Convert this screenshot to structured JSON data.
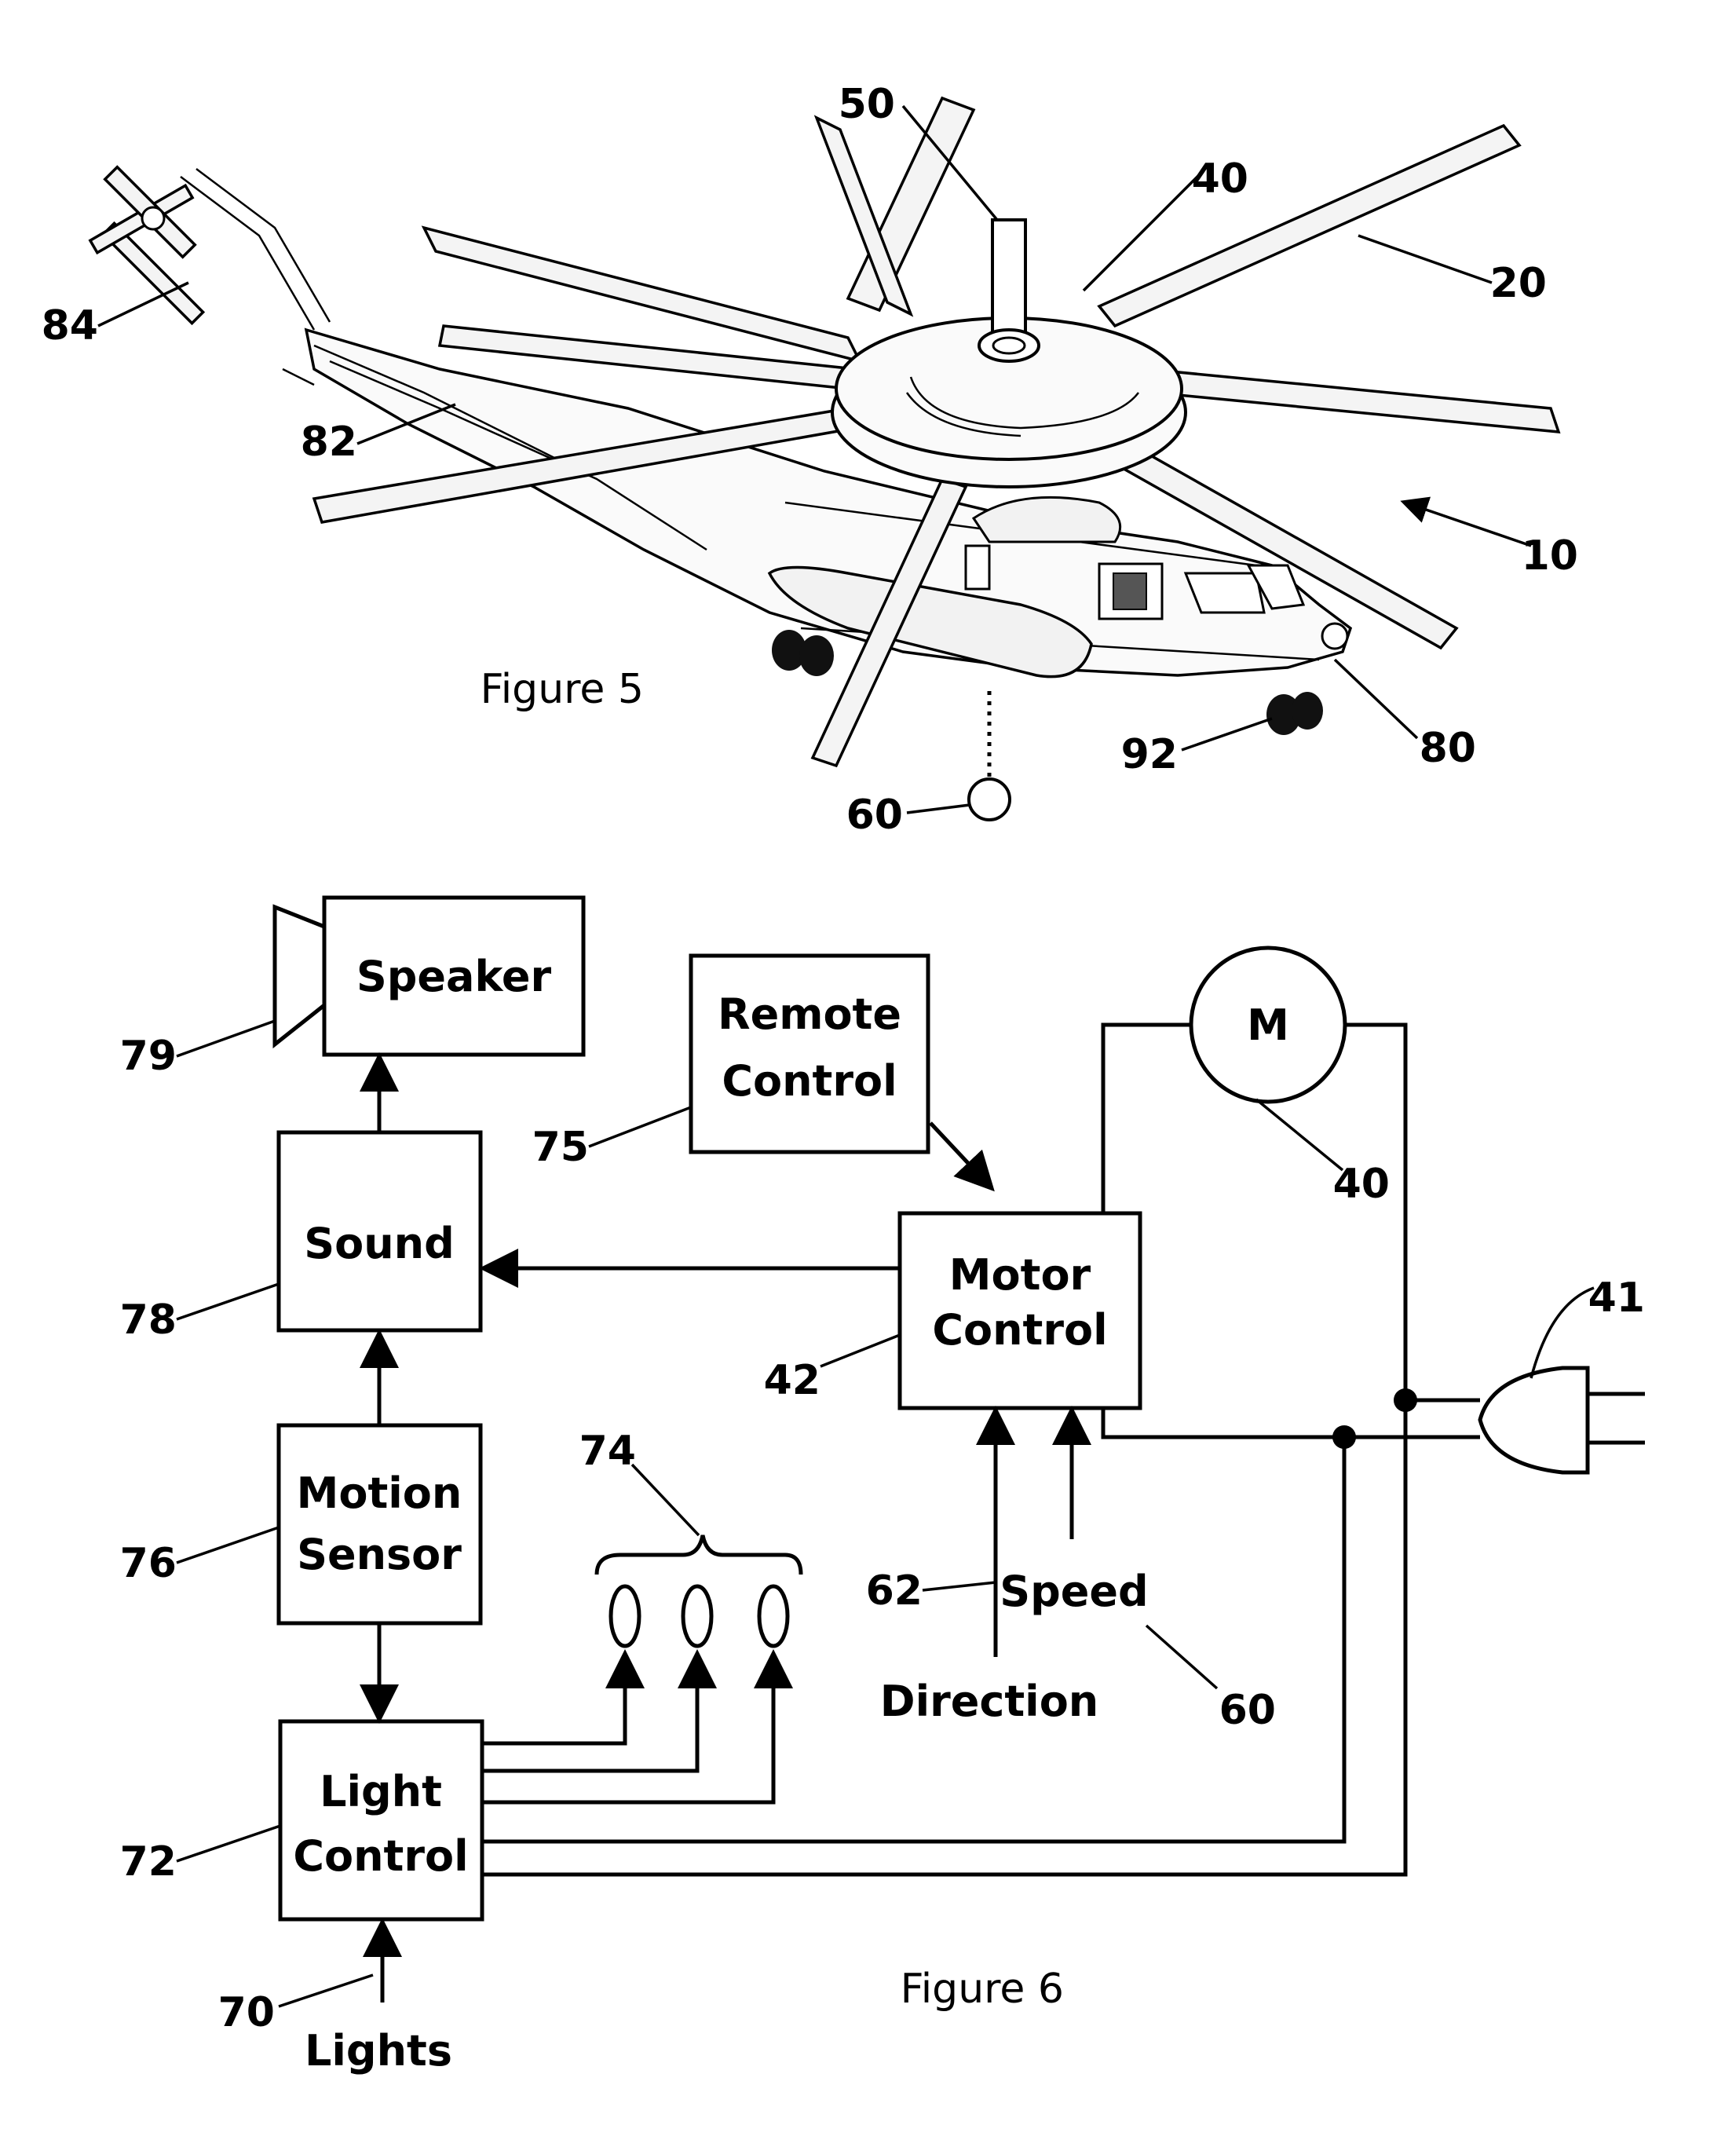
{
  "figure5": {
    "caption": "Figure 5",
    "refs": {
      "r50": "50",
      "r40": "40",
      "r20": "20",
      "r84": "84",
      "r82": "82",
      "r10": "10",
      "r80": "80",
      "r92": "92",
      "r60": "60"
    }
  },
  "figure6": {
    "caption": "Figure 6",
    "blocks": {
      "speaker": "Speaker",
      "remote_line1": "Remote",
      "remote_line2": "Control",
      "sound": "Sound",
      "motor_line1": "Motor",
      "motor_line2": "Control",
      "motion_line1": "Motion",
      "motion_line2": "Sensor",
      "light_line1": "Light",
      "light_line2": "Control",
      "motor_symbol": "M"
    },
    "inputs": {
      "speed": "Speed",
      "direction": "Direction",
      "lights": "Lights"
    },
    "refs": {
      "r79": "79",
      "r75": "75",
      "r40": "40",
      "r78": "78",
      "r41": "41",
      "r42": "42",
      "r74": "74",
      "r76": "76",
      "r62": "62",
      "r60": "60",
      "r72": "72",
      "r70": "70"
    }
  }
}
